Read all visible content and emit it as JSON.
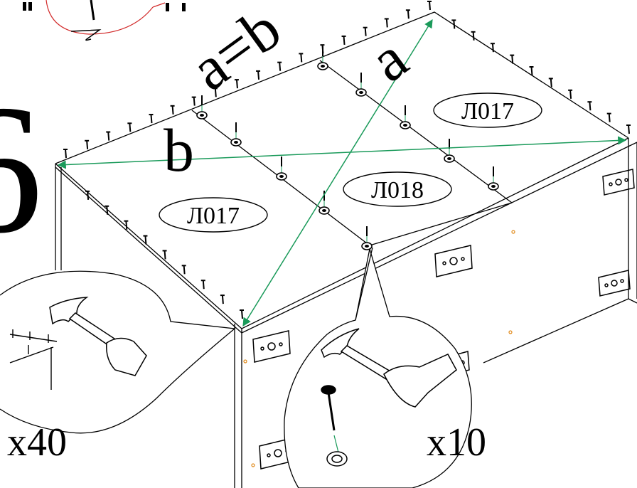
{
  "labels": {
    "panel_right": "Л017",
    "panel_center": "Л018",
    "panel_left": "Л017",
    "equation": "a=b",
    "diag_a": "a",
    "diag_b": "b",
    "count_left": "x40",
    "count_right": "x10",
    "step_glyph": "6"
  },
  "colors": {
    "line": "#000000",
    "measure": "#1a9a5a",
    "callout": "#d22c2c",
    "dot": "#e08a1a"
  },
  "icons": {
    "hammer_left": "hammer-icon",
    "hammer_right": "hammer-icon",
    "nail": "nail-icon",
    "washer": "washer-icon"
  }
}
